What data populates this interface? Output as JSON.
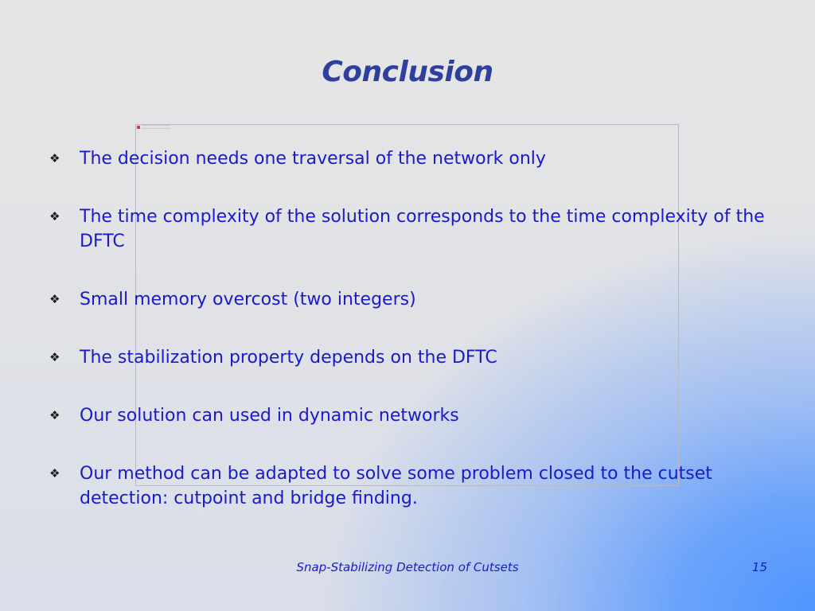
{
  "slide": {
    "title": "Conclusion",
    "bullet_glyph": "❖",
    "bullets": [
      "The decision needs one traversal of the network only",
      "The time complexity of the solution corresponds to the time complexity of the DFTC",
      "Small memory overcost (two integers)",
      "The stabilization property depends on the DFTC",
      "Our solution can used in dynamic networks",
      "Our method can be adapted to solve some problem closed to the cutset detection: cutpoint and bridge finding."
    ],
    "footer": {
      "title": "Snap-Stabilizing Detection of Cutsets",
      "page_number": "15"
    }
  },
  "colors": {
    "title": "#2f3f9e",
    "text": "#1a1ac8",
    "background_top": "#e6e6e6",
    "background_accent": "#4f95ff"
  }
}
